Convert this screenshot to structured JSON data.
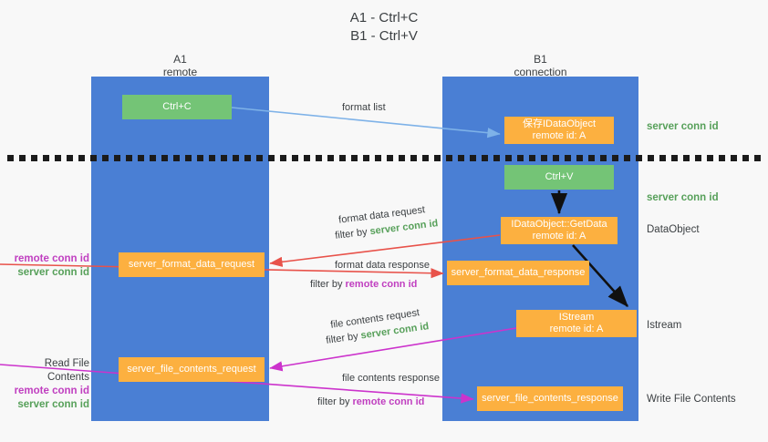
{
  "title": {
    "line1": "A1 - Ctrl+C",
    "line2": "B1 - Ctrl+V"
  },
  "columns": [
    {
      "name": "A1",
      "sub": "remote"
    },
    {
      "name": "B1",
      "sub": "connection"
    }
  ],
  "nodes": {
    "ctrl_c": {
      "label": "Ctrl+C",
      "color": "#74c476"
    },
    "save_dataobject": {
      "line1": "保存IDataObject",
      "line2": "remote id: A",
      "color": "#fcb040"
    },
    "ctrl_v": {
      "label": "Ctrl+V",
      "color": "#74c476"
    },
    "getdata": {
      "line1": "IDataObject::GetData",
      "line2": "remote id: A",
      "color": "#fcb040"
    },
    "format_data_request": {
      "label": "server_format_data_request",
      "color": "#fcb040"
    },
    "format_data_response": {
      "label": "server_format_data_response",
      "color": "#fcb040"
    },
    "istream": {
      "line1": "IStream",
      "line2": "remote id: A",
      "color": "#fcb040"
    },
    "file_contents_request": {
      "label": "server_file_contents_request",
      "color": "#fcb040"
    },
    "file_contents_response": {
      "label": "server_file_contents_response",
      "color": "#fcb040"
    }
  },
  "edges": {
    "format_list": "format list",
    "format_data_request_title": "format data request",
    "format_data_request_filter_prefix": "filter by ",
    "format_data_request_filter_value": "server conn id",
    "format_data_response_title": "format data response",
    "format_data_response_filter_prefix": "filter by ",
    "format_data_response_filter_value": "remote conn id",
    "file_contents_request_title": "file contents request",
    "file_contents_request_filter_prefix": "filter by ",
    "file_contents_request_filter_value": "server conn id",
    "file_contents_response_title": "file contents response",
    "file_contents_response_filter_prefix": "filter by ",
    "file_contents_response_filter_value": "remote conn id"
  },
  "annotations": {
    "server_conn_id_1": "server conn id",
    "server_conn_id_2": "server conn id",
    "dataobject": "DataObject",
    "istream": "Istream",
    "write_file_contents": "Write File Contents",
    "read_file_contents": "Read File Contents",
    "remote_conn_id_mid": "remote conn id",
    "server_conn_id_mid": "server conn id",
    "remote_conn_id_bottom": "remote conn id",
    "server_conn_id_bottom": "server conn id"
  },
  "colors": {
    "lane": "#4a7fd4",
    "green_node": "#74c476",
    "orange_node": "#fcb040",
    "green_text": "#57a05a",
    "magenta_text": "#c03fc0",
    "dark_text": "#3c4043",
    "background": "#f8f8f8",
    "arrow_blue": "#7eb2e8",
    "arrow_red": "#e8524a",
    "arrow_magenta": "#cc33cc",
    "arrow_black": "#101010"
  }
}
